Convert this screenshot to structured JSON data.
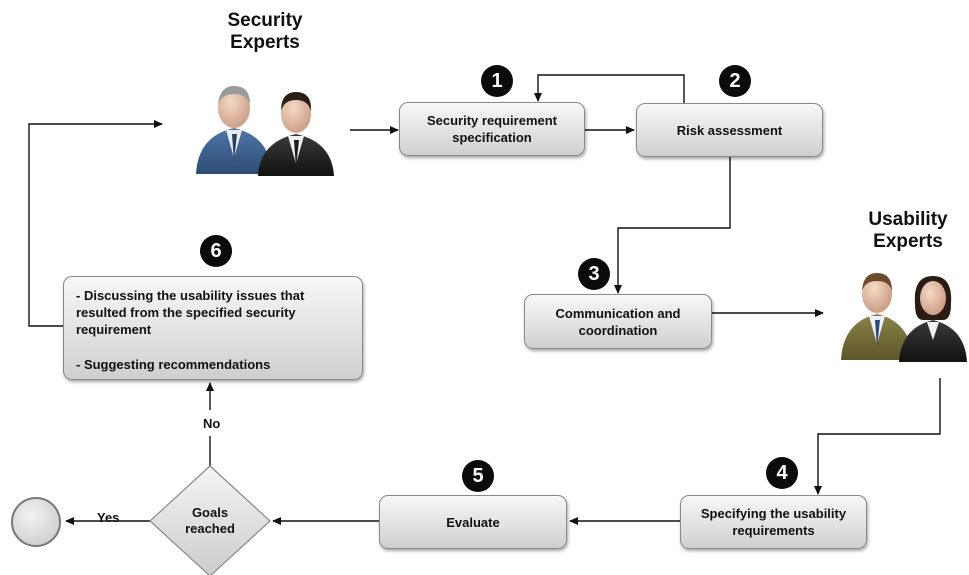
{
  "headings": {
    "security_experts": "Security\nExperts",
    "usability_experts": "Usability\nExperts"
  },
  "steps": {
    "s1": {
      "badge": "1",
      "label": "Security requirement specification"
    },
    "s2": {
      "badge": "2",
      "label": "Risk assessment"
    },
    "s3": {
      "badge": "3",
      "label": "Communication and coordination"
    },
    "s4": {
      "badge": "4",
      "label": "Specifying the usability requirements"
    },
    "s5": {
      "badge": "5",
      "label": "Evaluate"
    },
    "s6": {
      "badge": "6",
      "lines": [
        "- Discussing the usability issues that resulted from the specified security requirement",
        "- Suggesting recommendations"
      ]
    }
  },
  "decision": {
    "label": "Goals\nreached",
    "no": "No",
    "yes": "Yes"
  },
  "icons": {
    "security_experts": "two-businessmen-icon",
    "usability_experts": "businessman-businesswoman-icon",
    "end": "end-state-circle-icon"
  },
  "colors": {
    "box_top": "#f7f7f7",
    "box_bottom": "#cfcfcf",
    "badge": "#0b0b0b",
    "line": "#111111"
  }
}
